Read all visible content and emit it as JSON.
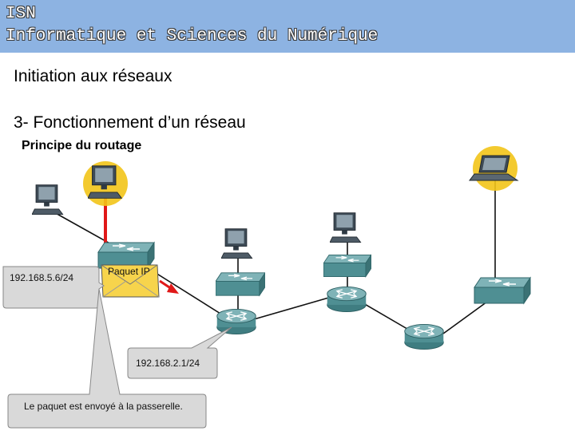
{
  "header": {
    "line1": "ISN",
    "line2": "Informatique et Sciences du Numérique"
  },
  "content": {
    "title": "Initiation aux réseaux",
    "section": "3- Fonctionnement d’un réseau",
    "subtitle": "Principe du routage"
  },
  "diagram": {
    "packet_label": "Paquet IP",
    "source_ip": "192.168.5.6/24",
    "gateway_ip": "192.168.2.1/24",
    "message": "Le paquet est envoyé à la passerelle."
  },
  "colors": {
    "header_bg": "#8db3e2",
    "highlight": "#f2c418",
    "link_red": "#e01818",
    "device_teal": "#4f8f93"
  }
}
